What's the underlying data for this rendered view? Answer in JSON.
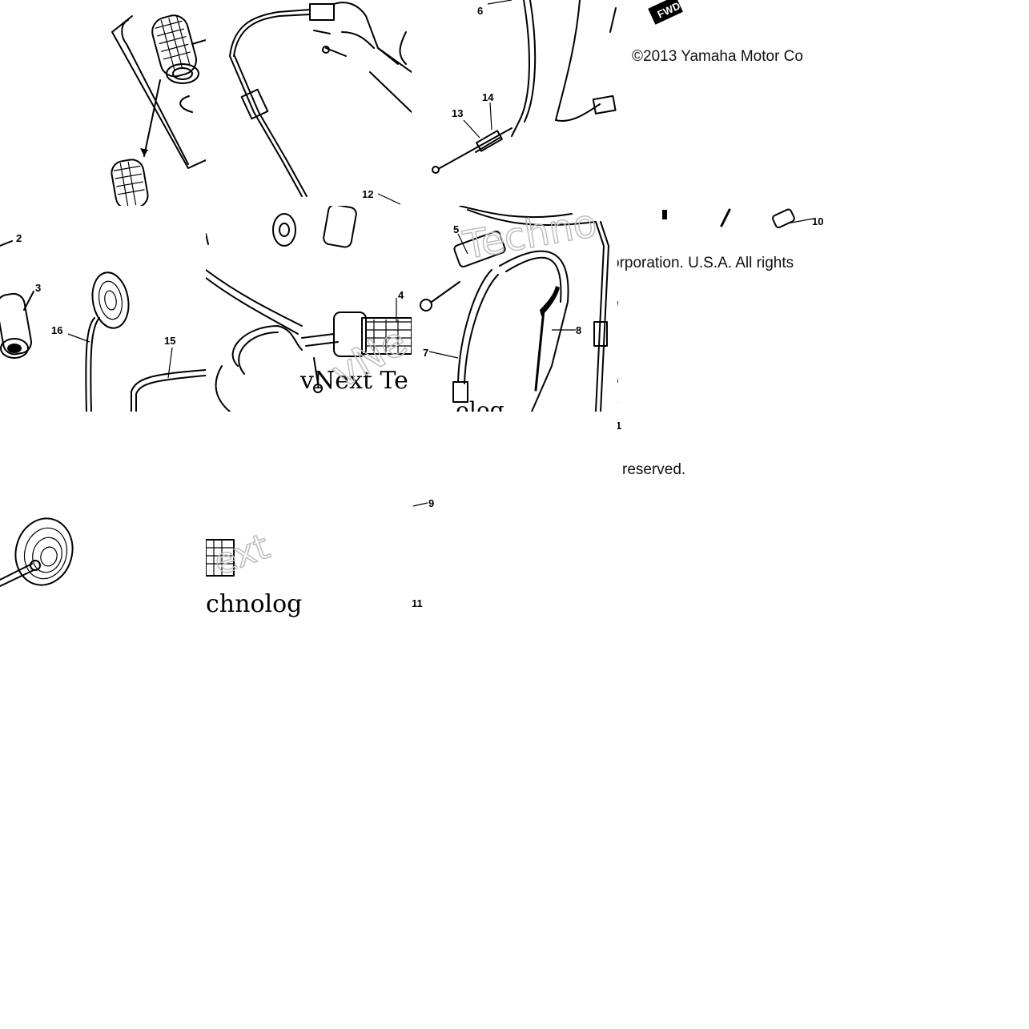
{
  "callouts": {
    "c2": "2",
    "c3": "3",
    "c4": "4",
    "c5": "5",
    "c6": "6",
    "c7": "7",
    "c8": "8",
    "c9": "9",
    "c10": "10",
    "c11": "11",
    "c12": "12",
    "c13": "13",
    "c14": "14",
    "c15": "15",
    "c16": "16",
    "c1": "1"
  },
  "copyright": {
    "line1": "©2013 Yamaha Motor Co",
    "line2": "orporation. U.S.A. All rights",
    "line3": "reserved."
  },
  "watermark": {
    "text_a": "vNext Te",
    "text_b": "Techno",
    "text_c": "vNe",
    "text_d": "olog",
    "text_e": "ext",
    "text_f": "chnolog"
  },
  "fwd_badge": "FWD",
  "colors": {
    "ink": "#000000",
    "background": "#ffffff",
    "watermark_outline": "#bdbdbd"
  }
}
